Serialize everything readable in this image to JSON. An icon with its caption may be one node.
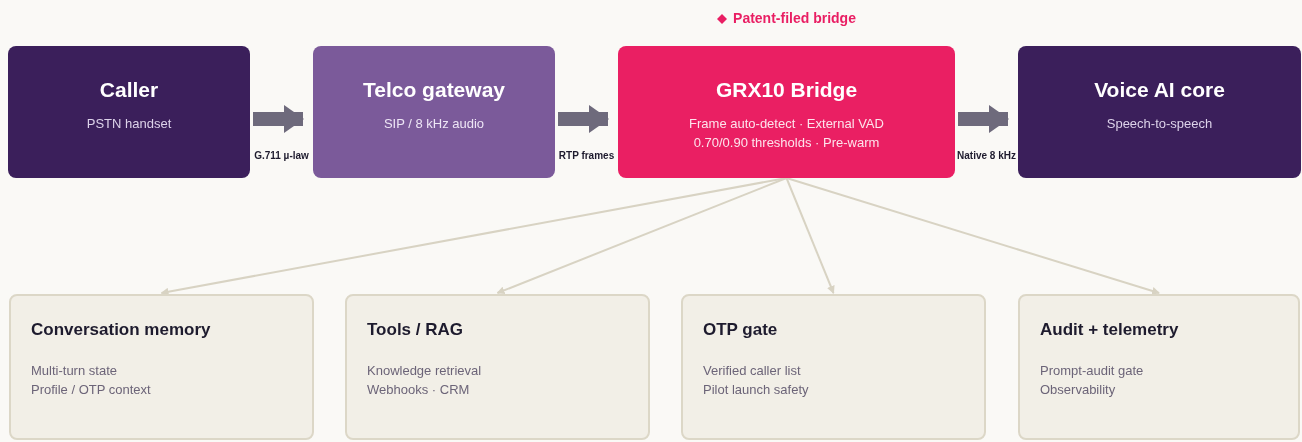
{
  "diagram": {
    "nodes": [
      {
        "text": [
          "Caller",
          "PSTN handset"
        ]
      },
      {
        "text": [
          "Telco gateway",
          "SIP / 8 kHz audio"
        ]
      },
      {
        "text": [
          "GRX10 Bridge",
          "Frame auto-detect · External VAD",
          "0.70/0.90 thresholds · Pre-warm"
        ],
        "beside": [
          "Patent-filed bridge"
        ]
      },
      {
        "text": [
          "Voice AI core",
          "Speech-to-speech"
        ]
      },
      {
        "text": [
          "Conversation memory",
          "Multi-turn state",
          "Profile / OTP context"
        ]
      },
      {
        "text": [
          "Tools / RAG",
          "Knowledge retrieval",
          "Webhooks · CRM"
        ]
      },
      {
        "text": [
          "OTP gate",
          "Verified caller list",
          "Pilot launch safety"
        ]
      },
      {
        "text": [
          "Audit + telemetry",
          "Prompt-audit gate",
          "Observability"
        ]
      }
    ],
    "edges": [
      {
        "from": 0,
        "to": 1,
        "arrow": "to",
        "label": "G.711 µ-law",
        "style": "thick",
        "color": "#6e6a7c"
      },
      {
        "from": 1,
        "to": 2,
        "arrow": "to",
        "label": "RTP frames",
        "style": "thick",
        "color": "#6e6a7c"
      },
      {
        "from": 2,
        "to": 3,
        "arrow": "to",
        "label": "Native 8 kHz",
        "style": "thick",
        "color": "#6e6a7c"
      },
      {
        "from": 2,
        "to": 4,
        "arrow": "to"
      },
      {
        "from": 2,
        "to": 5,
        "arrow": "to"
      },
      {
        "from": 2,
        "to": 6,
        "arrow": "to"
      },
      {
        "from": 2,
        "to": 7,
        "arrow": "to"
      }
    ]
  }
}
